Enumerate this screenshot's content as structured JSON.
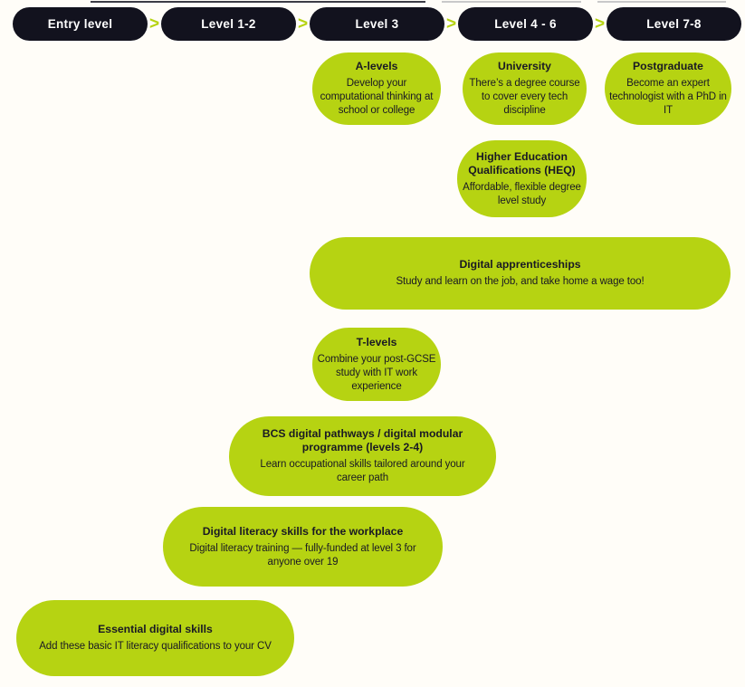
{
  "colors": {
    "green": "#b6d312",
    "dark_navy": "#12121e",
    "text_dark": "#191924",
    "background": "#fffdf8",
    "pill_text": "#ffffff"
  },
  "chevron": ">",
  "levels": [
    {
      "label": "Entry level"
    },
    {
      "label": "Level 1-2"
    },
    {
      "label": "Level 3"
    },
    {
      "label": "Level 4 - 6"
    },
    {
      "label": "Level 7-8"
    }
  ],
  "cards": [
    {
      "title": "A-levels",
      "body": "Develop your computational thinking at school or college"
    },
    {
      "title": "University",
      "body": "There’s a degree course to cover every tech discipline"
    },
    {
      "title": "Postgraduate",
      "body": "Become an expert technologist with a PhD in IT"
    },
    {
      "title": "Higher Education Qualifications (HEQ)",
      "body": "Affordable, flexible degree level study"
    },
    {
      "title": "Digital apprenticeships",
      "body": "Study and learn on the job, and take home a wage too!"
    },
    {
      "title": "T-levels",
      "body": "Combine your post-GCSE study with IT work experience"
    },
    {
      "title": "BCS digital pathways / digital modular programme (levels 2-4)",
      "body": "Learn occupational skills tailored around your career path"
    },
    {
      "title": "Digital literacy skills for the workplace",
      "body": "Digital literacy training — fully-funded at level 3 for anyone over 19"
    },
    {
      "title": "Essential digital skills",
      "body": "Add these basic IT literacy qualifications to your CV"
    }
  ]
}
